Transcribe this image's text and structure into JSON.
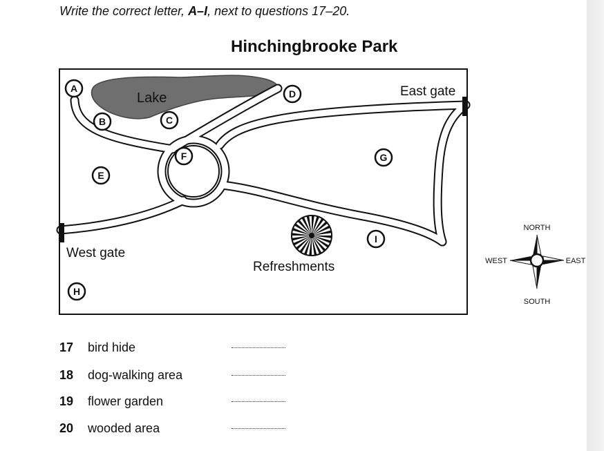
{
  "instruction": {
    "pre": "Write the correct letter, ",
    "letters": "A–I",
    "post": ", next to questions 17–20."
  },
  "title": "Hinchingbrooke Park",
  "map": {
    "lake_label": "Lake",
    "east_gate": "East gate",
    "west_gate": "West gate",
    "refreshments": "Refreshments",
    "markers": [
      "A",
      "B",
      "C",
      "D",
      "E",
      "F",
      "G",
      "H",
      "I"
    ]
  },
  "compass": {
    "north": "NORTH",
    "south": "SOUTH",
    "east": "EAST",
    "west": "WEST"
  },
  "questions": [
    {
      "number": "17",
      "label": "bird hide"
    },
    {
      "number": "18",
      "label": "dog-walking area"
    },
    {
      "number": "19",
      "label": "flower garden"
    },
    {
      "number": "20",
      "label": "wooded area"
    }
  ],
  "colors": {
    "lake": "#6f6f6f",
    "ink": "#111111"
  }
}
